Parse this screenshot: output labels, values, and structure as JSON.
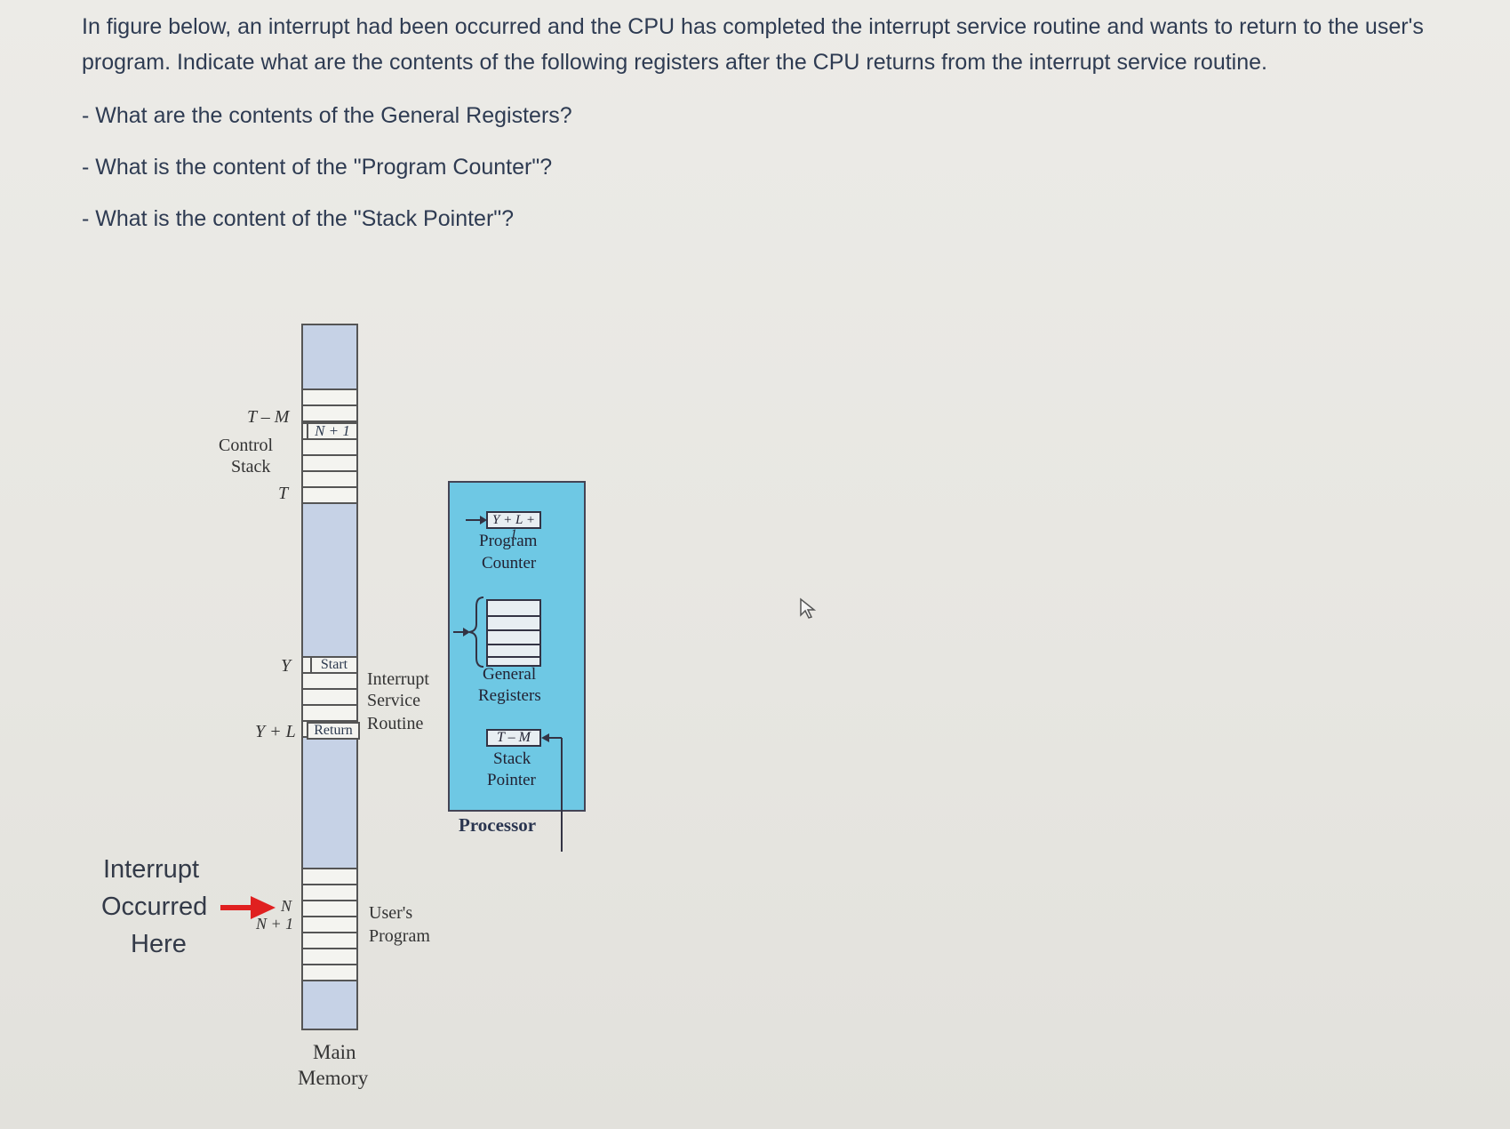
{
  "question": {
    "intro": "In figure below, an interrupt had been occurred and the CPU has completed the interrupt service routine and wants to return to the user's program. Indicate what are the contents of the following registers after the CPU returns from the interrupt service routine.",
    "items": [
      "- What are the contents of the General Registers?",
      "- What is the content of the \"Program Counter\"?",
      "- What is the content of the \"Stack Pointer\"?"
    ]
  },
  "diagram": {
    "memory": {
      "top_label": "T – M",
      "stack_label_1": "Control",
      "stack_label_2": "Stack",
      "stack_cell": "N + 1",
      "t_label": "T",
      "y_label": "Y",
      "start_cell": "Start",
      "yl_label": "Y + L",
      "return_cell": "Return",
      "isr_1": "Interrupt",
      "isr_2": "Service",
      "isr_3": "Routine",
      "n_label": "N",
      "n1_label": "N + 1",
      "user_1": "User's",
      "user_2": "Program",
      "title_1": "Main",
      "title_2": "Memory"
    },
    "interrupt_note": [
      "Interrupt",
      "Occurred",
      "Here"
    ],
    "processor": {
      "pc_value": "Y + L + 1",
      "pc_1": "Program",
      "pc_2": "Counter",
      "gr_1": "General",
      "gr_2": "Registers",
      "sp_value": "T – M",
      "sp_1": "Stack",
      "sp_2": "Pointer",
      "title": "Processor"
    },
    "colors": {
      "processor_fill": "#6ec8e4",
      "memory_fill": "#c6d2e6",
      "arrow": "#e02020"
    }
  }
}
